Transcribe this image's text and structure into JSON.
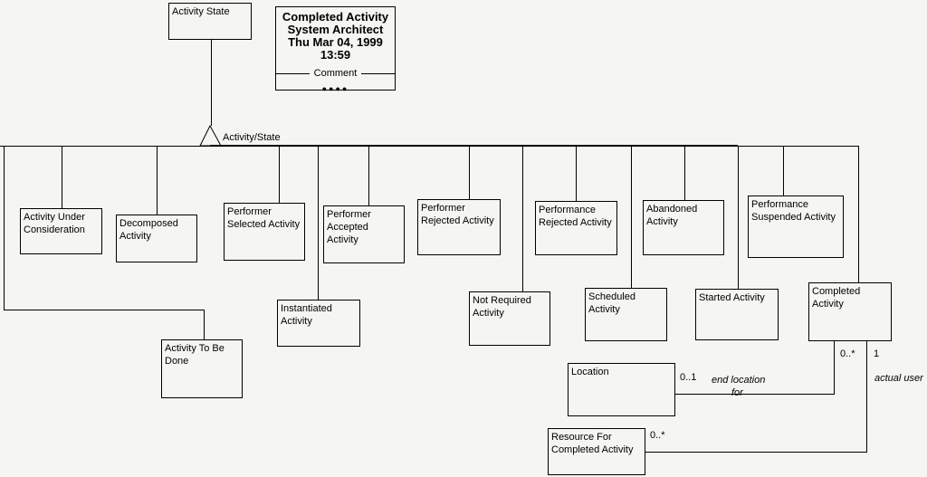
{
  "colors": {
    "background": "#f5f5f2",
    "line": "#000000",
    "text": "#000000"
  },
  "title_block": {
    "diagram_name": "Completed Activity",
    "tool_name": "System Architect",
    "date": "Thu Mar 04, 1999",
    "time": "13:59",
    "separator_label": "Comment",
    "dots": "●●●●"
  },
  "generalization": {
    "label": "Activity/State"
  },
  "classes": {
    "activity_state": "Activity State",
    "activity_under_consideration": "Activity Under Consideration",
    "decomposed_activity": "Decomposed Activity",
    "performer_selected_activity": "Performer Selected Activity",
    "performer_accepted_activity": "Performer Accepted Activity",
    "performer_rejected_activity": "Performer Rejected Activity",
    "performance_rejected_activity": "Performance Rejected Activity",
    "abandoned_activity": "Abandoned Activity",
    "performance_suspended_activity": "Performance Suspended Activity",
    "instantiated_activity": "Instantiated Activity",
    "not_required_activity": "Not Required Activity",
    "scheduled_activity": "Scheduled Activity",
    "started_activity": "Started Activity",
    "completed_activity": "Completed Activity",
    "activity_to_be_done": "Activity To Be Done",
    "location": "Location",
    "resource_for_completed_activity": "Resource For Completed Activity"
  },
  "associations": {
    "end_location_for": {
      "name_line1": "end location",
      "name_line2": "for",
      "completed_end_multiplicity": "0..*",
      "location_end_multiplicity": "0..1"
    },
    "actual_user": {
      "name": "actual user",
      "completed_end_multiplicity": "1",
      "resource_end_multiplicity": "0..*"
    }
  }
}
